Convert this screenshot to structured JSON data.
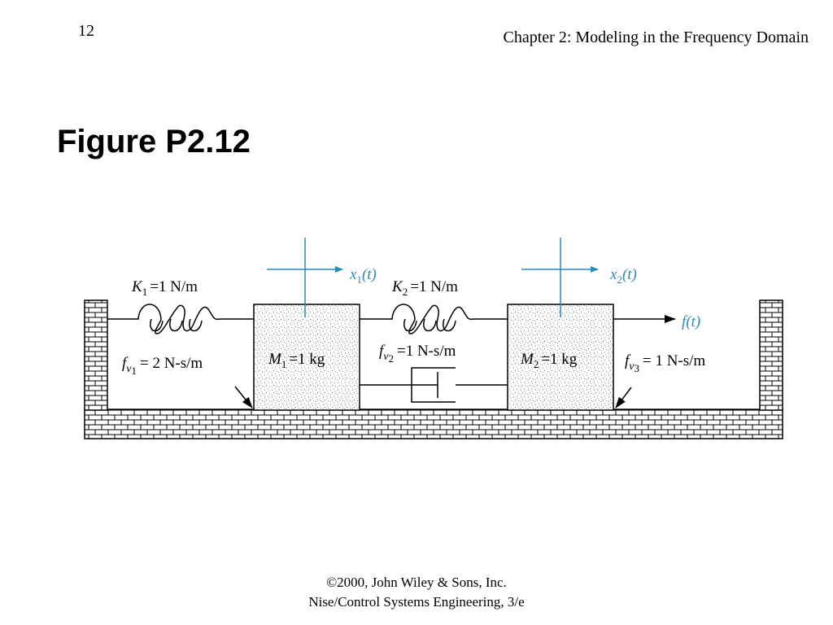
{
  "header": {
    "page_number": "12",
    "chapter_title": "Chapter 2: Modeling in the Frequency Domain"
  },
  "figure": {
    "title": "Figure P2.12"
  },
  "diagram": {
    "x1": {
      "sym": "x",
      "sub": "1",
      "arg": "(t)"
    },
    "x2": {
      "sym": "x",
      "sub": "2",
      "arg": "(t)"
    },
    "force": {
      "sym": "f",
      "arg": "(t)"
    },
    "k1": {
      "sym": "K",
      "sub": "1",
      "value": "=1 N/m"
    },
    "k2": {
      "sym": "K",
      "sub": "2",
      "value": "=1 N/m"
    },
    "fv1": {
      "sym": "f",
      "v": "v",
      "sub": "1",
      "value": "= 2 N-s/m"
    },
    "fv2": {
      "sym": "f",
      "v": "v",
      "sub": "2",
      "value": "=1 N-s/m"
    },
    "fv3": {
      "sym": "f",
      "v": "v",
      "sub": "3",
      "value": "= 1 N-s/m"
    },
    "m1": {
      "sym": "M",
      "sub": "1",
      "value": "=1 kg"
    },
    "m2": {
      "sym": "M",
      "sub": "2",
      "value": "=1 kg"
    },
    "colors": {
      "arrow_blue": "#2a8ab8",
      "line": "#000000"
    }
  },
  "footer": {
    "copyright": "©2000, John Wiley & Sons, Inc.",
    "book": "Nise/Control Systems Engineering, 3/e"
  }
}
